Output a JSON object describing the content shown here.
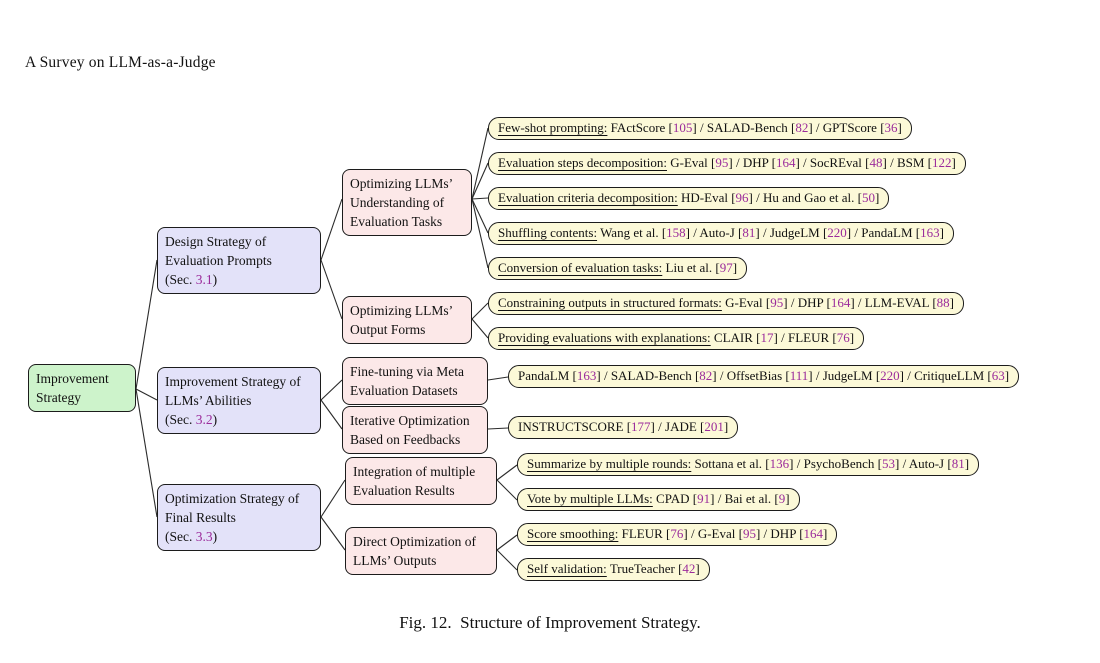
{
  "page": {
    "header": "A Survey on LLM-as-a-Judge",
    "caption": "Fig. 12.  Structure of Improvement Strategy."
  },
  "colors": {
    "root_fill": "#cdf3cb",
    "branch_fill": "#e3e2f9",
    "sub_fill": "#fce8e8",
    "leaf_fill": "#fcf9d8",
    "citation": "#9b2b9b",
    "border": "#1c1c1c"
  },
  "tree": {
    "root": {
      "label": "Improvement Strategy"
    },
    "branches": [
      {
        "label": "Design Strategy of Evaluation Prompts",
        "sec_label": "(Sec.",
        "sec_num": "3.1",
        "sec_close": ")"
      },
      {
        "label": "Improvement Strategy of LLMs’ Abilities",
        "sec_label": "(Sec.",
        "sec_num": "3.2",
        "sec_close": ")"
      },
      {
        "label": "Optimization Strategy of Final Results",
        "sec_label": "(Sec.",
        "sec_num": "3.3",
        "sec_close": ")"
      }
    ],
    "subs": [
      {
        "label": "Optimizing LLMs’ Understanding of Evaluation Tasks"
      },
      {
        "label": "Optimizing LLMs’ Output Forms"
      },
      {
        "label": "Fine-tuning via Meta Evaluation Datasets"
      },
      {
        "label": "Iterative Optimization Based on Feedbacks"
      },
      {
        "label": "Integration of multiple Evaluation Results"
      },
      {
        "label": "Direct Optimization of LLMs’ Outputs"
      }
    ],
    "leaves": [
      {
        "prefix": "Few-shot prompting",
        "items": [
          [
            "FActScore",
            "105"
          ],
          [
            "SALAD-Bench",
            "82"
          ],
          [
            "GPTScore",
            "36"
          ]
        ]
      },
      {
        "prefix": "Evaluation steps decomposition",
        "items": [
          [
            "G-Eval",
            "95"
          ],
          [
            "DHP",
            "164"
          ],
          [
            "SocREval",
            "48"
          ],
          [
            "BSM",
            "122"
          ]
        ]
      },
      {
        "prefix": "Evaluation criteria decomposition",
        "items": [
          [
            "HD-Eval",
            "96"
          ],
          [
            "Hu and Gao et al.",
            "50"
          ]
        ]
      },
      {
        "prefix": "Shuffling contents",
        "items": [
          [
            "Wang et al.",
            "158"
          ],
          [
            "Auto-J",
            "81"
          ],
          [
            "JudgeLM",
            "220"
          ],
          [
            "PandaLM",
            "163"
          ]
        ]
      },
      {
        "prefix": "Conversion of evaluation tasks",
        "items": [
          [
            "Liu et al.",
            "97"
          ]
        ]
      },
      {
        "prefix": "Constraining outputs in structured formats",
        "items": [
          [
            "G-Eval",
            "95"
          ],
          [
            "DHP",
            "164"
          ],
          [
            "LLM-EVAL",
            "88"
          ]
        ]
      },
      {
        "prefix": "Providing evaluations with explanations",
        "items": [
          [
            "CLAIR",
            "17"
          ],
          [
            "FLEUR",
            "76"
          ]
        ]
      },
      {
        "prefix": "",
        "items": [
          [
            "PandaLM",
            "163"
          ],
          [
            "SALAD-Bench",
            "82"
          ],
          [
            "OffsetBias",
            "111"
          ],
          [
            "JudgeLM",
            "220"
          ],
          [
            "CritiqueLLM",
            "63"
          ]
        ]
      },
      {
        "prefix": "",
        "items": [
          [
            "INSTRUCTSCORE",
            "177"
          ],
          [
            "JADE",
            "201"
          ]
        ]
      },
      {
        "prefix": "Summarize by multiple rounds",
        "items": [
          [
            "Sottana et al.",
            "136"
          ],
          [
            "PsychoBench",
            "53"
          ],
          [
            "Auto-J",
            "81"
          ]
        ]
      },
      {
        "prefix": "Vote by multiple LLMs",
        "items": [
          [
            "CPAD",
            "91"
          ],
          [
            "Bai et al.",
            "9"
          ]
        ]
      },
      {
        "prefix": "Score smoothing",
        "items": [
          [
            "FLEUR",
            "76"
          ],
          [
            "G-Eval",
            "95"
          ],
          [
            "DHP",
            "164"
          ]
        ]
      },
      {
        "prefix": "Self validation",
        "items": [
          [
            "TrueTeacher",
            "42"
          ]
        ]
      }
    ]
  }
}
